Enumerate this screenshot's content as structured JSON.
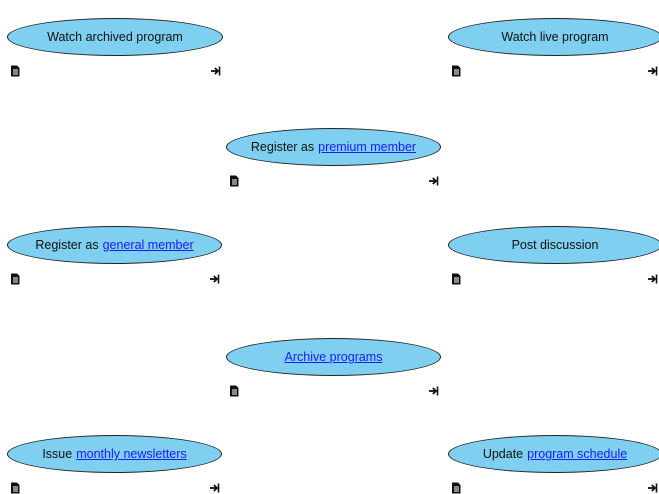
{
  "use_cases": [
    {
      "id": "watch-archived-program",
      "prefix": "Watch archived program",
      "link": "",
      "doc_icon": "document-icon",
      "nav_icon": "sub-diagram-icon"
    },
    {
      "id": "watch-live-program",
      "prefix": "Watch live program",
      "link": "",
      "doc_icon": "document-icon",
      "nav_icon": "sub-diagram-icon"
    },
    {
      "id": "register-premium-member",
      "prefix": "Register as",
      "link": "premium member",
      "doc_icon": "document-icon",
      "nav_icon": "sub-diagram-icon"
    },
    {
      "id": "register-general-member",
      "prefix": "Register as",
      "link": "general member",
      "doc_icon": "document-icon",
      "nav_icon": "sub-diagram-icon"
    },
    {
      "id": "post-discussion",
      "prefix": "Post discussion",
      "link": "",
      "doc_icon": "document-icon",
      "nav_icon": "sub-diagram-icon"
    },
    {
      "id": "archive-programs",
      "prefix": "",
      "link": "Archive programs",
      "doc_icon": "document-icon",
      "nav_icon": "sub-diagram-icon"
    },
    {
      "id": "issue-monthly-newsletters",
      "prefix": "Issue",
      "link": "monthly newsletters",
      "doc_icon": "document-icon",
      "nav_icon": "sub-diagram-icon"
    },
    {
      "id": "update-program-schedule",
      "prefix": "Update",
      "link": "program schedule",
      "doc_icon": "document-icon",
      "nav_icon": "sub-diagram-icon"
    }
  ],
  "colors": {
    "ellipse_fill": "#7fd0f0",
    "ellipse_stroke": "#222222",
    "link": "#1a1aff"
  }
}
